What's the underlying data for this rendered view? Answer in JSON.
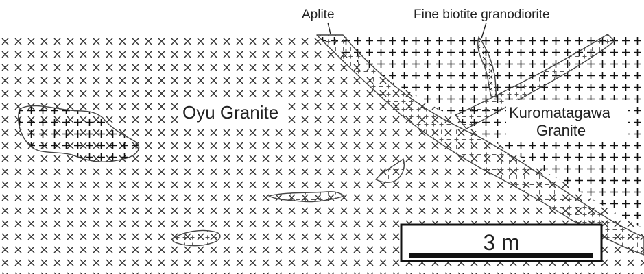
{
  "labels": {
    "aplite": "Aplite",
    "fine_biotite_granodiorite": "Fine biotite granodiorite",
    "oyu_granite": "Oyu Granite",
    "kuromatagawa_line1": "Kuromatagawa",
    "kuromatagawa_line2": "Granite"
  },
  "scale_bar": {
    "value": 3,
    "unit": "m",
    "label": "3 m"
  },
  "symbols": {
    "oyu_granite": "cross-x",
    "kuromatagawa_granite": "cross-plus",
    "aplite": "small-plus",
    "fine_biotite_granodiorite": "small-x"
  },
  "colors": {
    "ink": "#222222",
    "outline": "#444444",
    "background": "#ffffff"
  }
}
